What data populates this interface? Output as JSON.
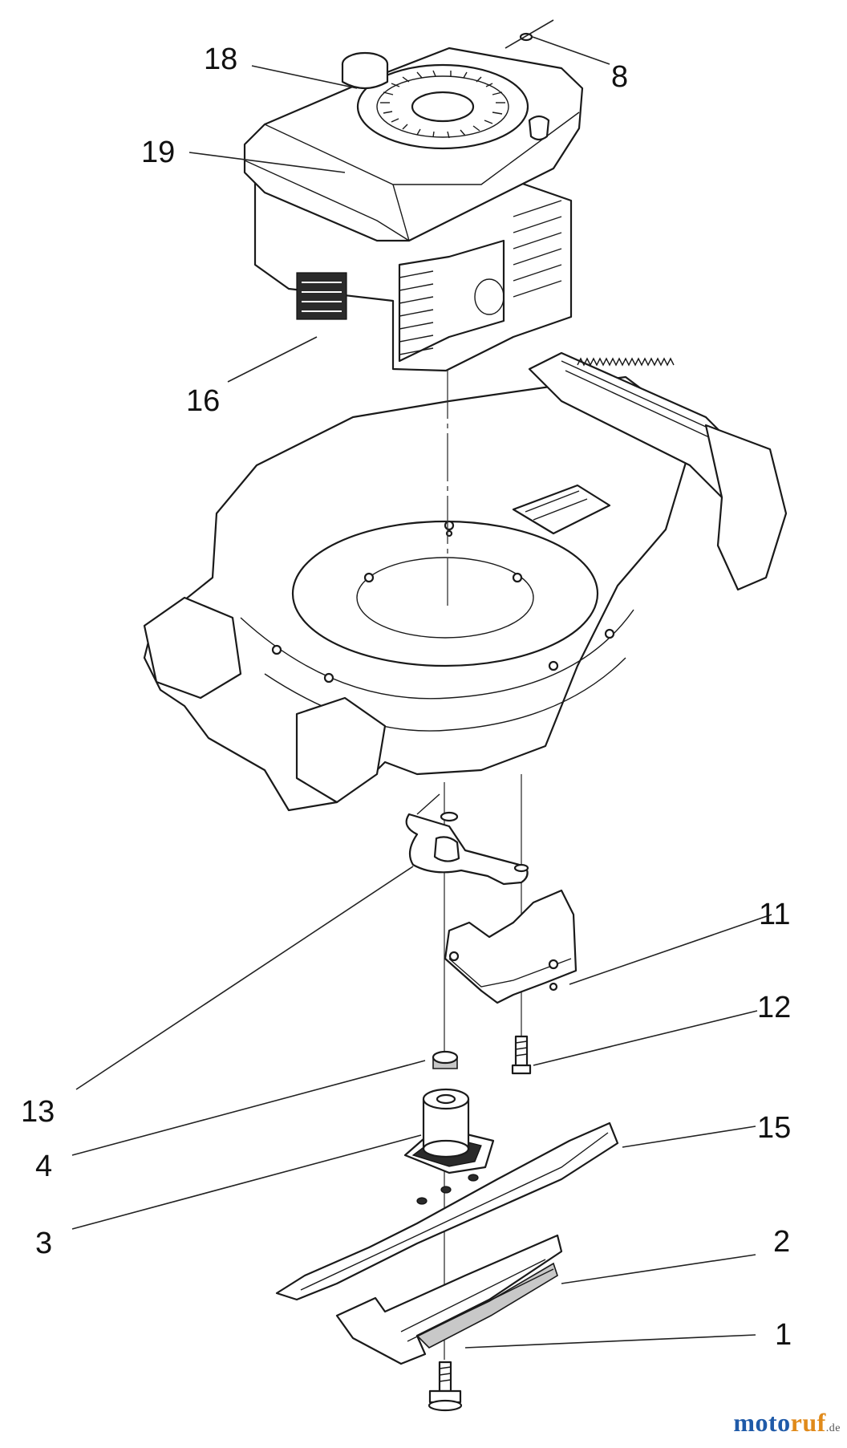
{
  "callouts": [
    {
      "id": "18",
      "label": "18"
    },
    {
      "id": "8",
      "label": "8"
    },
    {
      "id": "19",
      "label": "19"
    },
    {
      "id": "16",
      "label": "16"
    },
    {
      "id": "11",
      "label": "11"
    },
    {
      "id": "13",
      "label": "13"
    },
    {
      "id": "12",
      "label": "12"
    },
    {
      "id": "4",
      "label": "4"
    },
    {
      "id": "15",
      "label": "15"
    },
    {
      "id": "3",
      "label": "3"
    },
    {
      "id": "2",
      "label": "2"
    },
    {
      "id": "1",
      "label": "1"
    }
  ],
  "watermark": {
    "part_a": "moto",
    "part_b": "ruf",
    "tld": ".de"
  },
  "colors": {
    "watermark_blue": "#1f5aa8",
    "watermark_orange": "#e08a1a",
    "line": "#1a1a1a"
  }
}
